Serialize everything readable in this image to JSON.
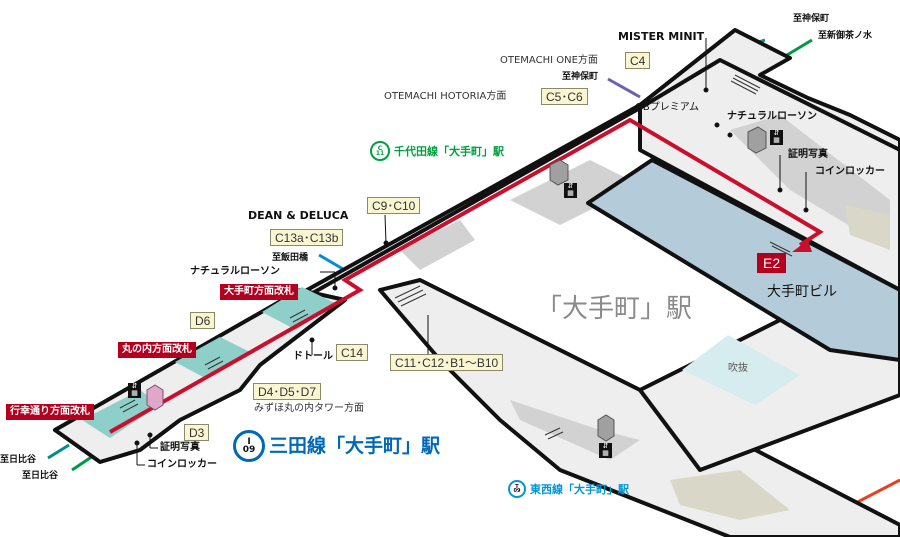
{
  "station": {
    "title": "「大手町」駅",
    "building": "大手町ビル",
    "void_label": "吹抜",
    "exit_highlight": "E2"
  },
  "lines": [
    {
      "name": "千代田線「大手町」駅",
      "badge_top": "C",
      "badge_bottom": "11",
      "color": "#00a040"
    },
    {
      "name": "三田線「大手町」駅",
      "badge_top": "I",
      "badge_bottom": "09",
      "color": "#0068b7"
    },
    {
      "name": "東西線「大手町」駅",
      "badge_top": "T",
      "badge_bottom": "09",
      "color": "#0095d9"
    }
  ],
  "exits": [
    {
      "id": "C4",
      "label": "C4",
      "direction": "OTEMACHI ONE方面"
    },
    {
      "id": "C5C6",
      "label": "C5･C6",
      "direction": "OTEMACHI HOTORIA方面"
    },
    {
      "id": "C9C10",
      "label": "C9･C10"
    },
    {
      "id": "C13",
      "label": "C13a･C13b"
    },
    {
      "id": "C14",
      "label": "C14"
    },
    {
      "id": "C11",
      "label": "C11･C12･B1～B10"
    },
    {
      "id": "D6",
      "label": "D6"
    },
    {
      "id": "D457",
      "label": "D4･D5･D7",
      "direction": "みずほ丸の内タワー方面"
    },
    {
      "id": "D3",
      "label": "D3"
    }
  ],
  "gates": [
    {
      "label": "大手町方面改札"
    },
    {
      "label": "丸の内方面改札"
    },
    {
      "label": "行幸通り方面改札"
    }
  ],
  "pois": [
    {
      "label": "MISTER MINIT"
    },
    {
      "label": "QBプレミアム"
    },
    {
      "label": "ナチュラルローソン"
    },
    {
      "label": "証明写真"
    },
    {
      "label": "コインロッカー"
    },
    {
      "label": "DEAN & DELUCA"
    },
    {
      "label": "ナチュラルローソン"
    },
    {
      "label": "ドトール"
    },
    {
      "label": "証明写真"
    },
    {
      "label": "コインロッカー"
    }
  ],
  "directions": [
    {
      "label": "至神保町",
      "color": "#008c8c"
    },
    {
      "label": "至新御茶ノ水",
      "color": "#009944"
    },
    {
      "label": "至神保町",
      "color": "#7060b0"
    },
    {
      "label": "至飯田橋",
      "color": "#0090d0"
    },
    {
      "label": "至日比谷",
      "color": "#008c8c"
    },
    {
      "label": "至日比谷",
      "color": "#009944"
    }
  ],
  "colors": {
    "route": "#c8102e",
    "concourse": "#eeeeee",
    "outline": "#111111",
    "gate_area": "#8fcfc9",
    "building": "#b4cbd9",
    "void": "#d6ecee",
    "shop": "#d2d2d2",
    "tozai_track": "#e8401c"
  }
}
